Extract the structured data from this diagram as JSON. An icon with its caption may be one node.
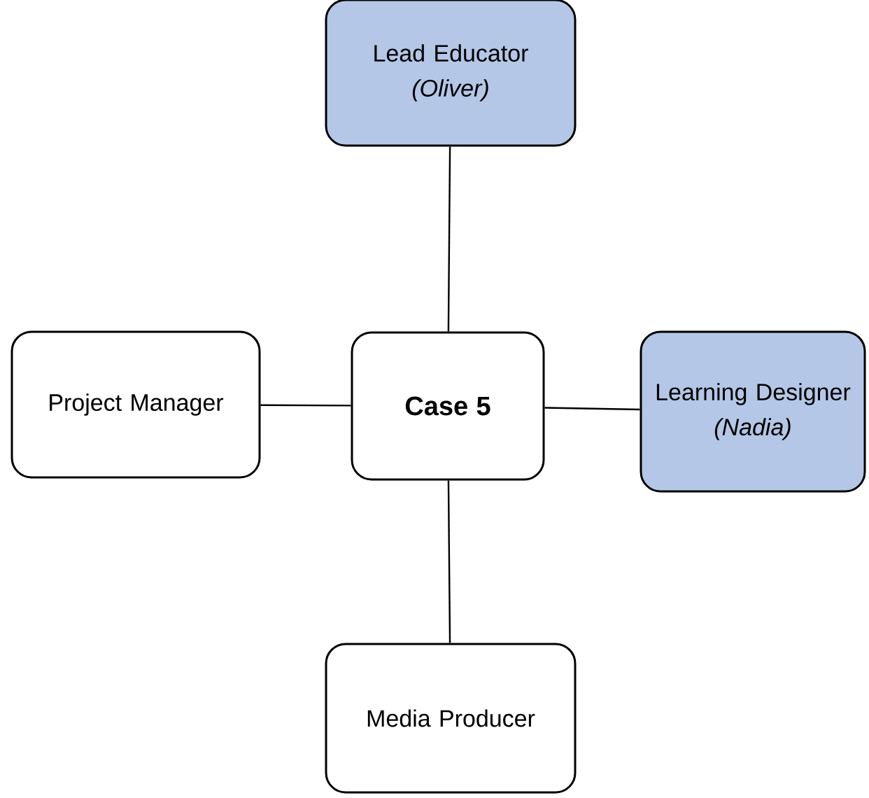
{
  "diagram": {
    "nodes": [
      {
        "text": [
          "Lead Educator",
          "(Oliver)"
        ]
      },
      {
        "text": [
          "Project Manager"
        ]
      },
      {
        "text": [
          "Case 5"
        ]
      },
      {
        "text": [
          "Learning Designer",
          "(Nadia)"
        ]
      },
      {
        "text": [
          "Media Producer"
        ]
      }
    ],
    "edges": [
      {
        "from": 0,
        "to": 2,
        "arrow": "none"
      },
      {
        "from": 1,
        "to": 2,
        "arrow": "none"
      },
      {
        "from": 2,
        "to": 3,
        "arrow": "none"
      },
      {
        "from": 2,
        "to": 4,
        "arrow": "none"
      }
    ]
  }
}
